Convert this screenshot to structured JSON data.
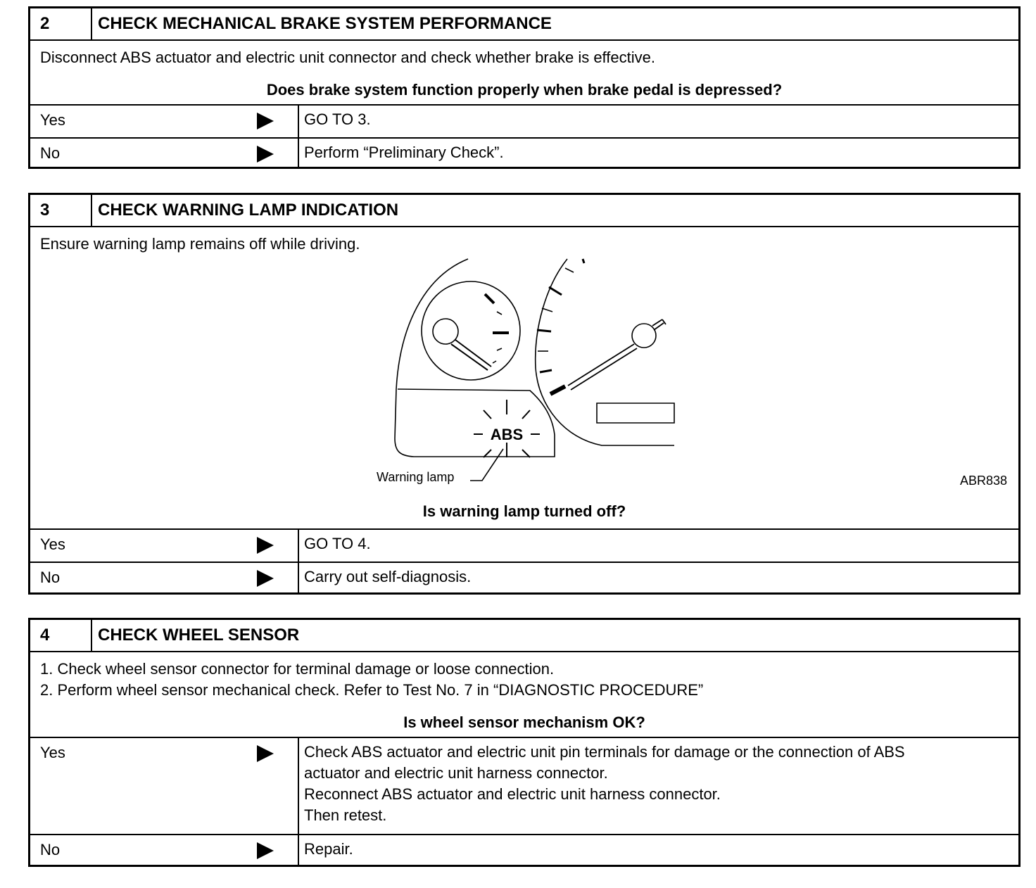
{
  "steps": [
    {
      "number": "2",
      "title": "CHECK MECHANICAL BRAKE SYSTEM PERFORMANCE",
      "instruction": "Disconnect ABS actuator and electric unit connector and check whether brake is effective.",
      "question": "Does brake system function properly when brake pedal is depressed?",
      "answers": [
        {
          "label": "Yes",
          "action": [
            "GO TO 3."
          ]
        },
        {
          "label": "No",
          "action": [
            "Perform “Preliminary Check”."
          ]
        }
      ]
    },
    {
      "number": "3",
      "title": "CHECK WARNING LAMP INDICATION",
      "instruction": "Ensure warning lamp remains off while driving.",
      "figure": {
        "code": "ABR838",
        "callout": "Warning lamp",
        "lamp_text": "ABS"
      },
      "question": "Is warning lamp turned off?",
      "answers": [
        {
          "label": "Yes",
          "action": [
            "GO TO 4."
          ]
        },
        {
          "label": "No",
          "action": [
            "Carry out self-diagnosis."
          ]
        }
      ]
    },
    {
      "number": "4",
      "title": "CHECK WHEEL SENSOR",
      "instructions": [
        "1.  Check wheel sensor connector for terminal damage or loose connection.",
        "2.  Perform wheel sensor mechanical check. Refer to Test No. 7 in “DIAGNOSTIC PROCEDURE”"
      ],
      "question": "Is wheel sensor mechanism OK?",
      "answers": [
        {
          "label": "Yes",
          "action": [
            "Check ABS actuator and electric unit pin terminals for damage or the connection of ABS",
            "actuator and electric unit harness connector.",
            "Reconnect ABS actuator and electric unit harness connector.",
            "Then retest."
          ]
        },
        {
          "label": "No",
          "action": [
            "Repair."
          ]
        }
      ]
    }
  ]
}
